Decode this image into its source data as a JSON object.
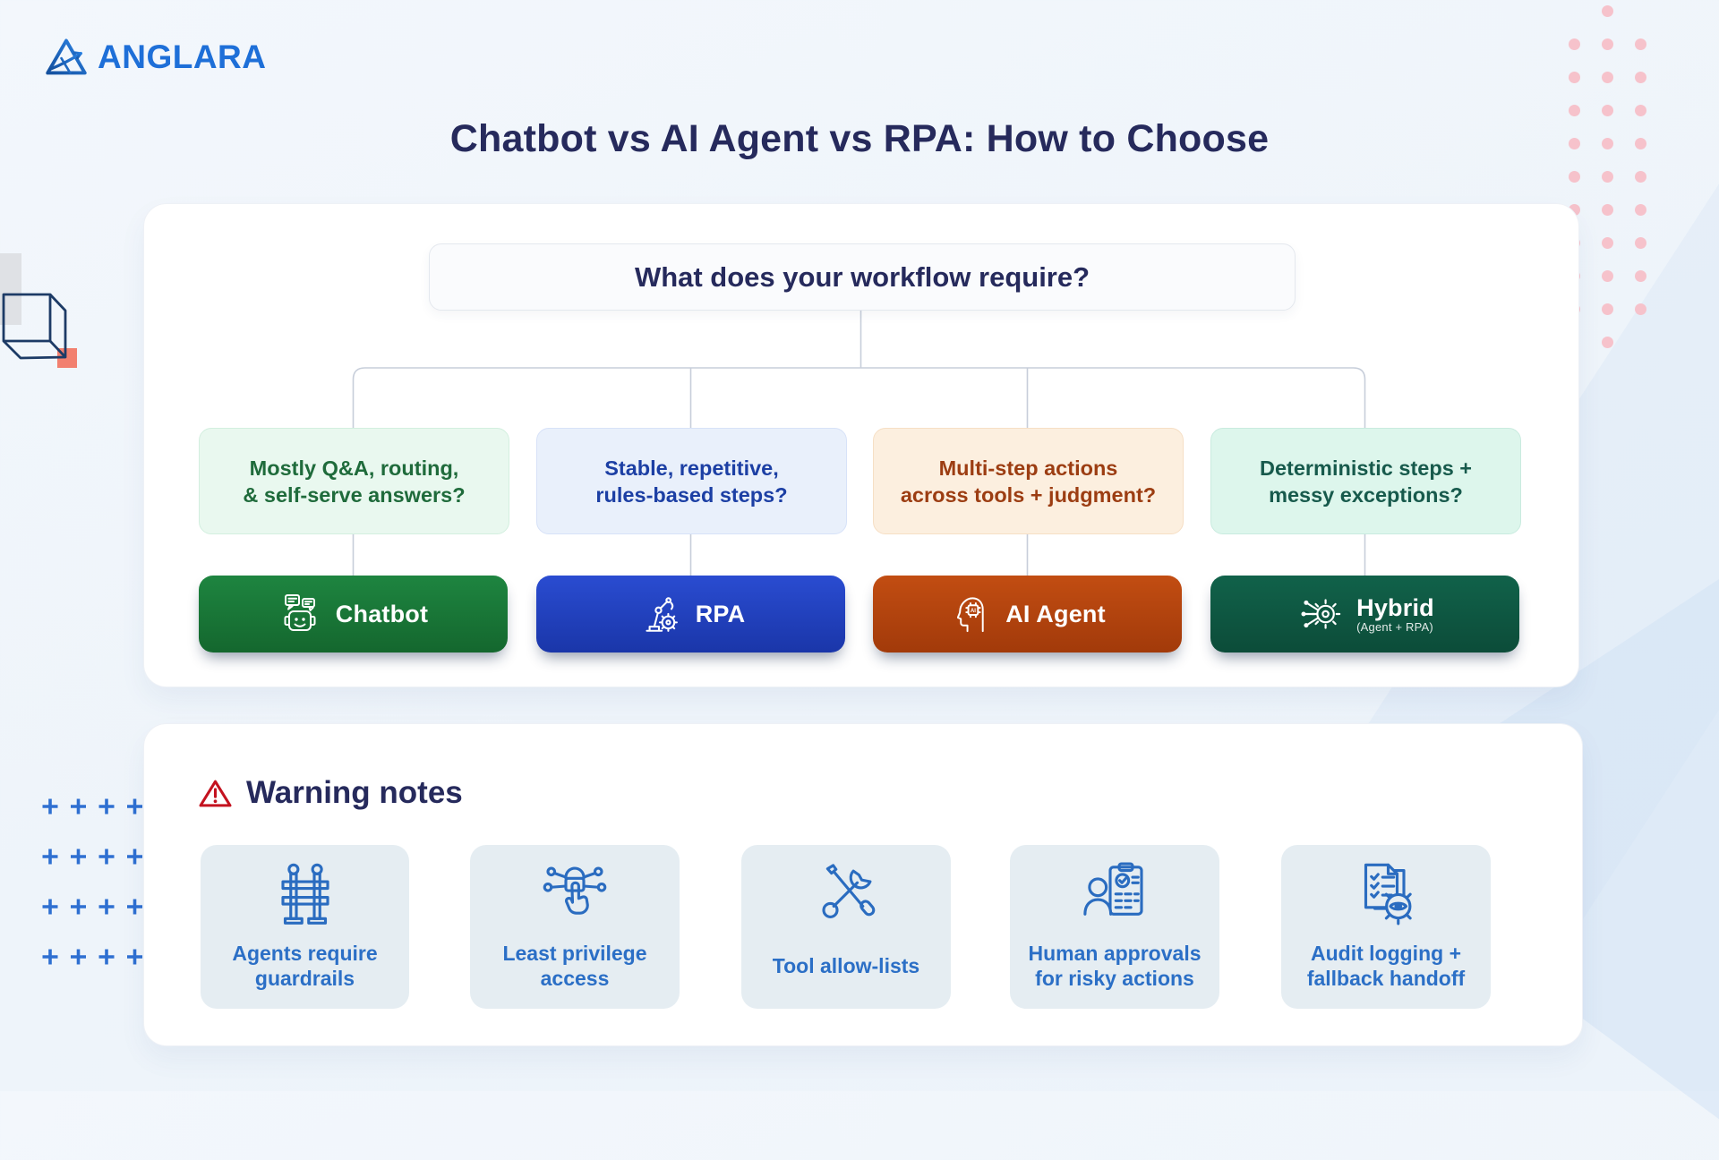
{
  "brand": {
    "name": "ANGLARA"
  },
  "page_title": "Chatbot vs AI Agent vs RPA: How to Choose",
  "flowchart": {
    "root_question": "What does your workflow require?",
    "branches": [
      {
        "question_line1": "Mostly Q&A, routing,",
        "question_line2": "& self-serve answers?",
        "result": "Chatbot",
        "result_sub": "",
        "icon": "chatbot-icon",
        "colors": {
          "question_bg": "#E9F8EF",
          "question_border": "#D3EFDF",
          "question_text": "#1F6B3B",
          "button_top": "#1E8540",
          "button_bottom": "#14672E"
        }
      },
      {
        "question_line1": "Stable, repetitive,",
        "question_line2": "rules-based steps?",
        "result": "RPA",
        "result_sub": "",
        "icon": "rpa-icon",
        "colors": {
          "question_bg": "#E9F0FB",
          "question_border": "#D7E2F8",
          "question_text": "#1C3FA4",
          "button_top": "#2A4CD1",
          "button_bottom": "#1A36A9"
        }
      },
      {
        "question_line1": "Multi-step actions",
        "question_line2": "across tools + judgment?",
        "result": "AI Agent",
        "result_sub": "",
        "icon": "ai-agent-icon",
        "colors": {
          "question_bg": "#FCEFDF",
          "question_border": "#F6DFC5",
          "question_text": "#9C3D12",
          "button_top": "#C24D12",
          "button_bottom": "#A23A0A"
        }
      },
      {
        "question_line1": "Deterministic steps +",
        "question_line2": "messy exceptions?",
        "result": "Hybrid",
        "result_sub": "(Agent + RPA)",
        "icon": "hybrid-icon",
        "colors": {
          "question_bg": "#DDF6EC",
          "question_border": "#C9EBDF",
          "question_text": "#175A4C",
          "button_top": "#11624A",
          "button_bottom": "#0C4C39"
        }
      }
    ]
  },
  "warnings": {
    "heading": "Warning notes",
    "icon": "warning-triangle-icon",
    "items": [
      {
        "label": "Agents require guardrails",
        "icon": "guardrails-icon"
      },
      {
        "label": "Least privilege access",
        "icon": "least-privilege-icon"
      },
      {
        "label": "Tool allow-lists",
        "icon": "tool-allowlists-icon"
      },
      {
        "label": "Human approvals for risky actions",
        "icon": "human-approvals-icon"
      },
      {
        "label": "Audit logging + fallback handoff",
        "icon": "audit-logging-icon"
      }
    ]
  },
  "colors": {
    "page_background": "#F1F6FB",
    "panel_background": "#FFFFFF",
    "title_text": "#262A5C",
    "brand_blue": "#1E6FD8",
    "connector_grey": "#C7CEDA",
    "warning_red": "#C4121F",
    "note_card_bg": "#E5EDF2",
    "note_text": "#2B6FC6",
    "dots_pink": "#F6C2CB",
    "plus_blue": "#2E6FD1"
  }
}
